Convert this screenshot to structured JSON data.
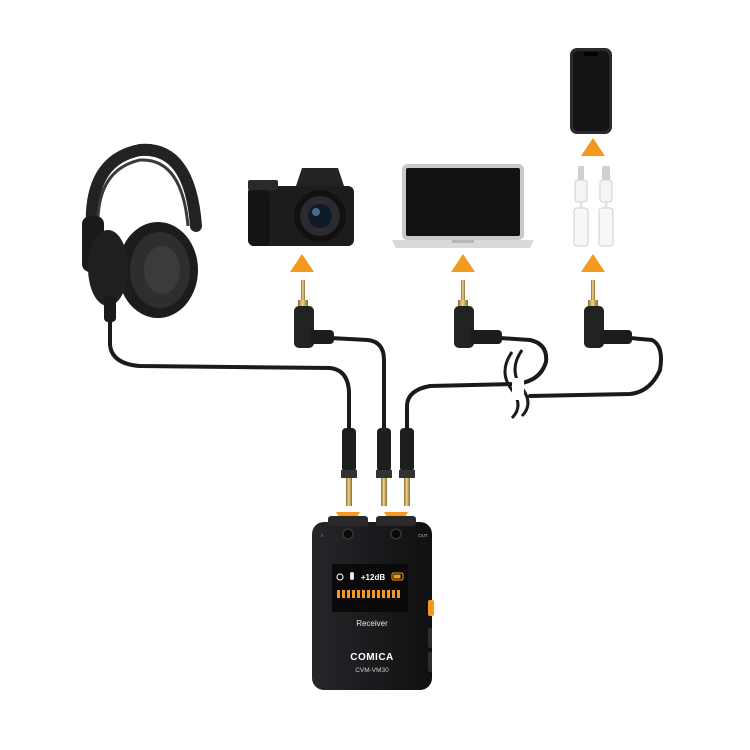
{
  "receiver": {
    "label": "Receiver",
    "brand": "COMICA",
    "model": "CVM-VM30",
    "gain_readout": "+12dB",
    "port_left_label": "∩",
    "port_right_label": "OUT"
  },
  "colors": {
    "accent": "#f39a1e",
    "device_body": "#1c1c1e",
    "cable": "#1a1a1a",
    "meter": "#f39a1e",
    "screen": "#0a0a0a"
  },
  "icons": [
    "headphones-icon",
    "camera-icon",
    "laptop-icon",
    "smartphone-icon",
    "lightning-adapter-icon",
    "usb-c-adapter-icon",
    "arrow-up-icon",
    "arrow-down-icon",
    "trs-plug-icon"
  ]
}
